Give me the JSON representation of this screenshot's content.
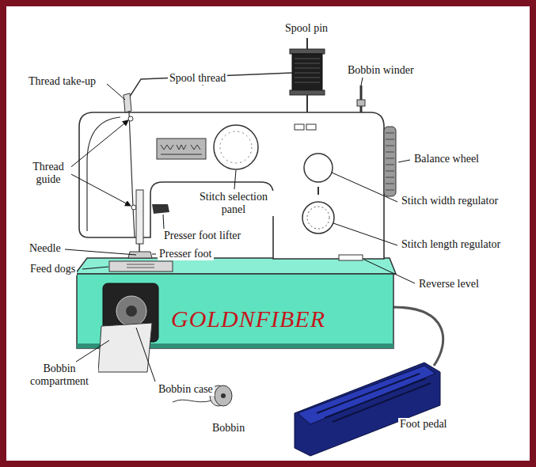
{
  "diagram": {
    "labels": [
      "Spool pin",
      "Thread take-up",
      "Spool thread",
      "Bobbin winder",
      "Balance wheel",
      "Thread guide",
      "Stitch selection panel",
      "Stitch width regulator",
      "Presser foot lifter",
      "Stitch length regulator",
      "Needle",
      "Presser foot",
      "Feed dogs",
      "Reverse level",
      "GOLDNFIBER",
      "Bobbin compartment",
      "Bobbin case",
      "Bobbin",
      "Foot pedal"
    ]
  }
}
